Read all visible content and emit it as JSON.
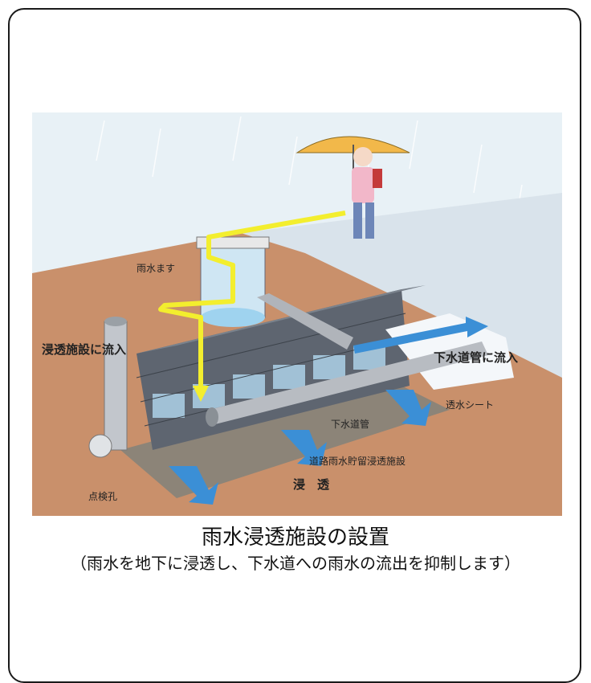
{
  "illustration": {
    "labels": {
      "rainwater_basin": "雨水ます",
      "flow_into_infiltration": "浸透施設に流入",
      "flow_into_sewer": "下水道管に流入",
      "permeable_sheet": "透水シート",
      "sewer_pipe": "下水道管",
      "road_storage_facility": "道路雨水貯留浸透施設",
      "inspection_hole": "点検孔",
      "infiltration": "浸　透"
    },
    "colors": {
      "flow_arrow": "#f3ee2e",
      "ground": "#c9906b",
      "sky": "#e8f1f6",
      "road": "#d9e3eb",
      "infiltration_arrow": "#3b8fd6",
      "water": "#9fd3ef"
    }
  },
  "caption": {
    "title": "雨水浸透施設の設置",
    "subtitle": "（雨水を地下に浸透し、下水道への雨水の流出を抑制します）"
  }
}
